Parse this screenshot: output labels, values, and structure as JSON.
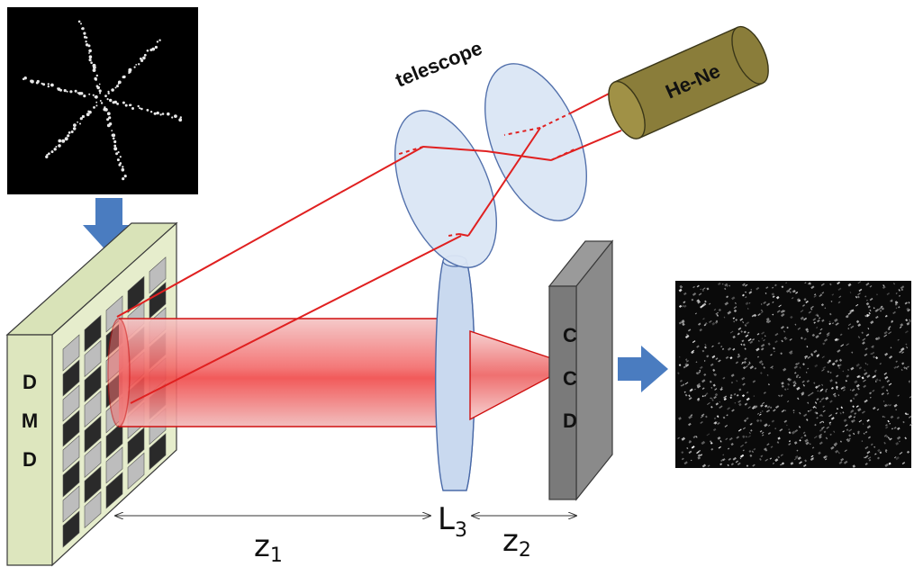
{
  "labels": {
    "laser": "He-Ne",
    "telescope": "telescope",
    "dmd_letters": [
      "D",
      "M",
      "D"
    ],
    "ccd_letters": [
      "C",
      "C",
      "D"
    ],
    "z1": "z",
    "z1_sub": "1",
    "lens": "L",
    "lens_sub": "3",
    "z2": "z",
    "z2_sub": "2"
  },
  "colors": {
    "beam": "#e02020",
    "laser_body": "#8a7d3a",
    "lens_fill": "#dbe6f5",
    "lens_stroke": "#4a6aa8",
    "arrow_blue": "#4a7cc0",
    "dmd_frame": "#e4ecc8",
    "ccd_face": "#7a7a7a"
  }
}
